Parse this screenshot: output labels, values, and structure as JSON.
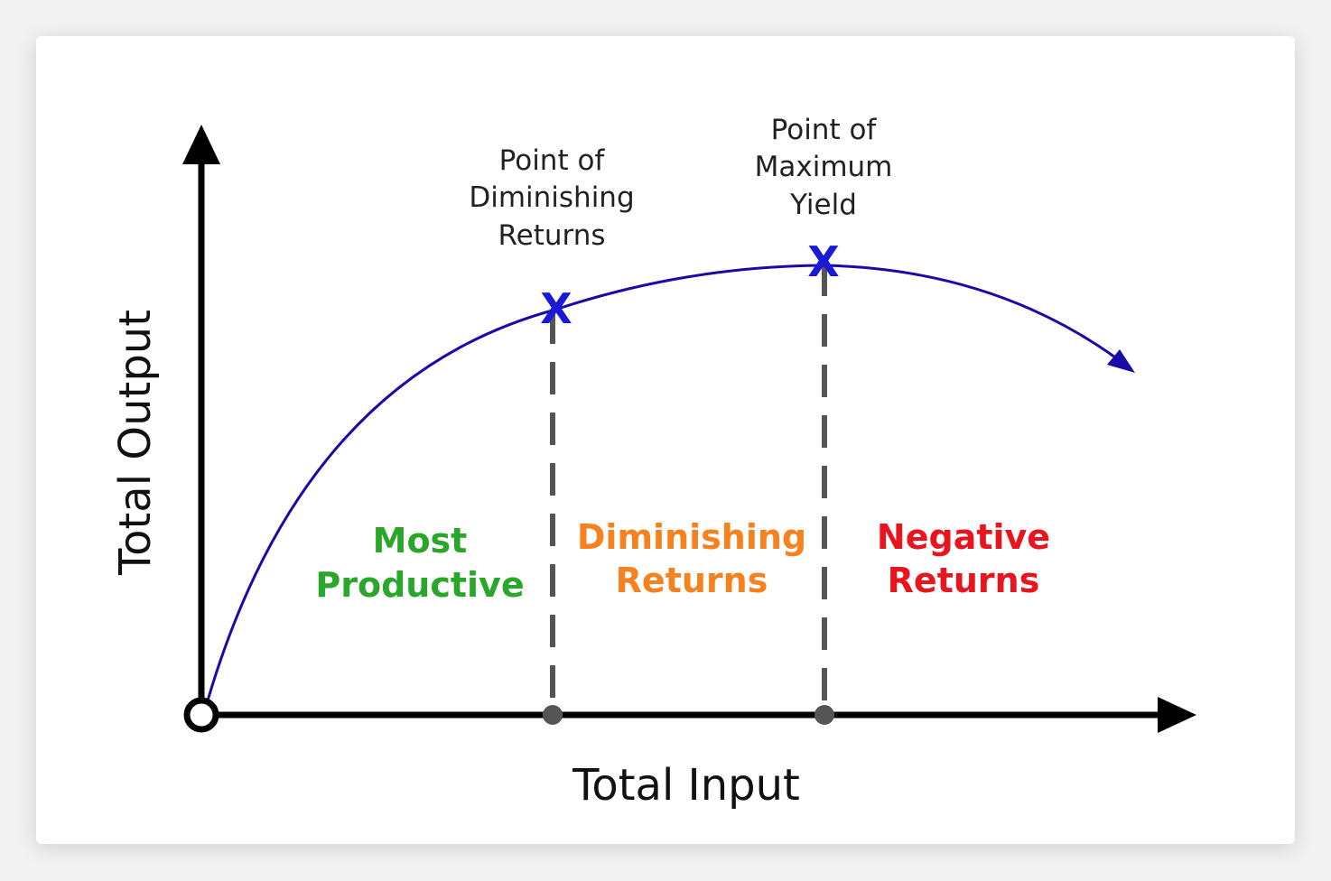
{
  "chart_data": {
    "type": "line",
    "xlabel": "Total Input",
    "ylabel": "Total Output",
    "colors": {
      "curve": "#1a0aa8",
      "marker": "#1a1ad6",
      "divider": "#555555",
      "axis": "#000000",
      "most_productive": "#2aa62a",
      "diminishing_returns": "#f5821f",
      "negative_returns": "#e8141e"
    },
    "markers": [
      {
        "symbol": "X",
        "label_lines": [
          "Point of",
          "Diminishing",
          "Returns"
        ]
      },
      {
        "symbol": "X",
        "label_lines": [
          "Point of",
          "Maximum",
          "Yield"
        ]
      }
    ],
    "regions": [
      {
        "lines": [
          "Most",
          "Productive"
        ],
        "color": "#2aa62a"
      },
      {
        "lines": [
          "Diminishing",
          "Returns"
        ],
        "color": "#f5821f"
      },
      {
        "lines": [
          "Negative",
          "Returns"
        ],
        "color": "#e8141e"
      }
    ]
  }
}
